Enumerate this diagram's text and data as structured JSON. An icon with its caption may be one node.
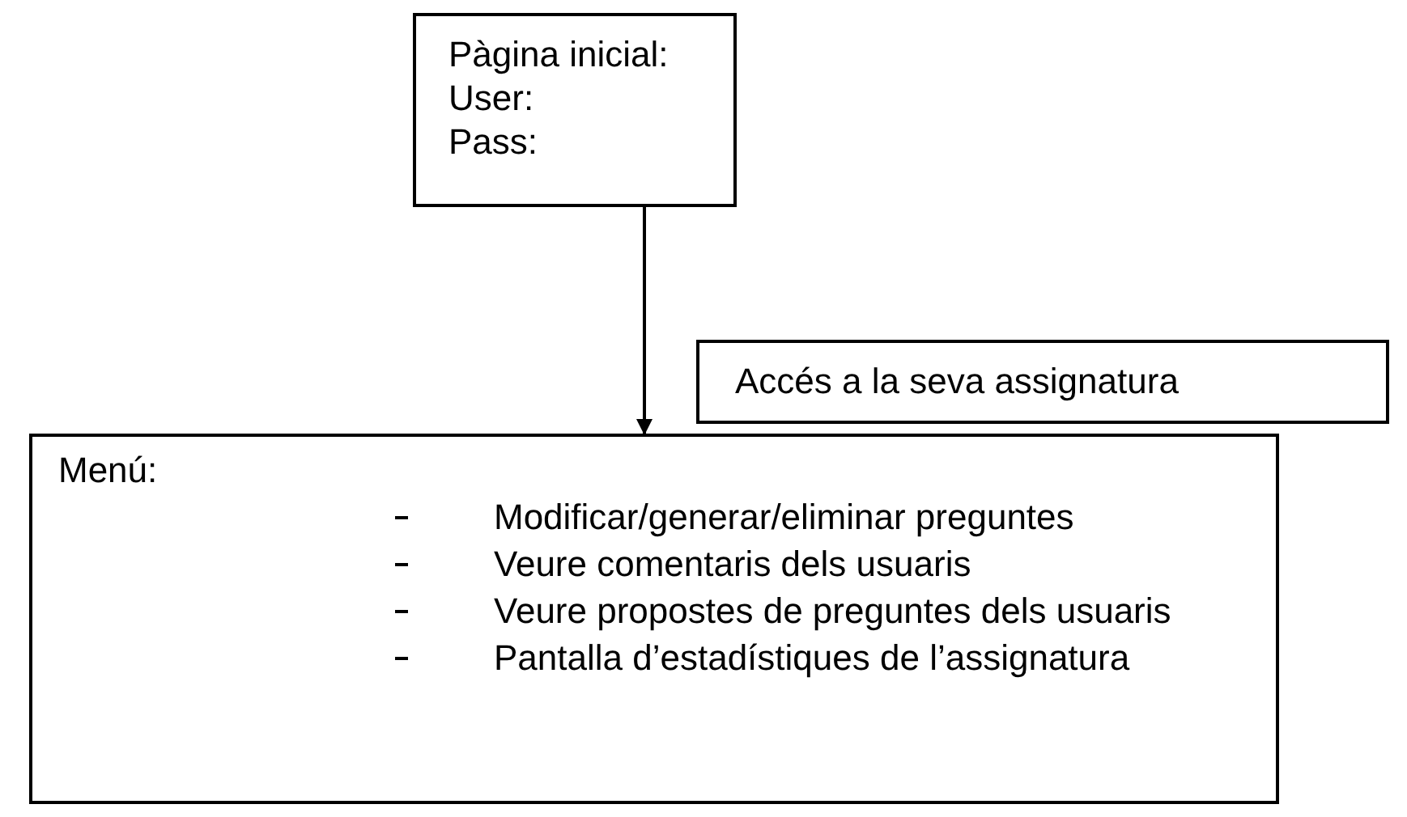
{
  "diagram": {
    "nodes": [
      {
        "text": [
          "Pàgina inicial:",
          "User:",
          "Pass:"
        ]
      },
      {
        "text": [
          "Accés a la seva assignatura"
        ]
      },
      {
        "text": [
          "Menú:",
          "Modificar/generar/eliminar preguntes",
          "Veure comentaris dels usuaris",
          "Veure propostes de preguntes dels usuaris",
          "Pantalla d’estadístiques de l’assignatura"
        ]
      }
    ],
    "edges": [
      {
        "from": 0,
        "to": 2,
        "arrow": "to"
      }
    ]
  }
}
